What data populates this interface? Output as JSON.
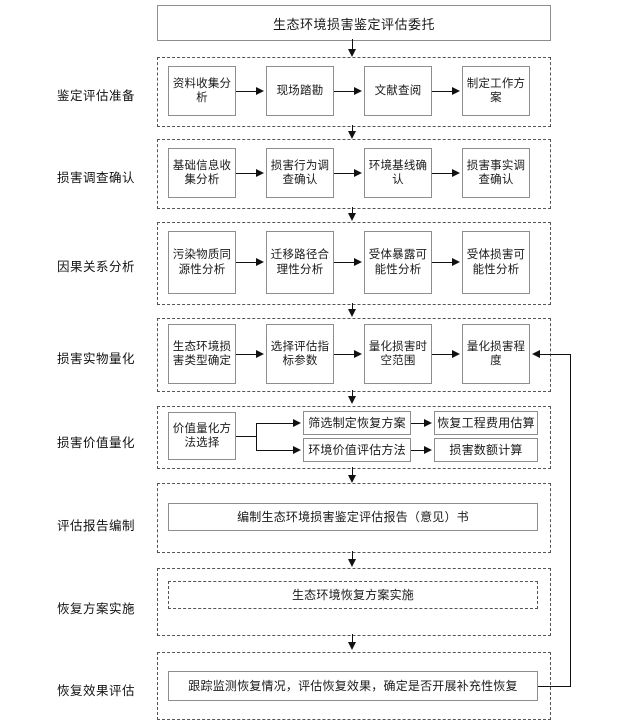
{
  "title": {
    "text": "生态环境损害鉴定评估委托"
  },
  "stages": [
    {
      "id": "preparation",
      "label": "鉴定评估准备",
      "type": "linear",
      "boxes": [
        {
          "text": "资料收集分析"
        },
        {
          "text": "现场踏勘"
        },
        {
          "text": "文献查阅"
        },
        {
          "text": "制定工作方案"
        }
      ]
    },
    {
      "id": "damage-investigation",
      "label": "损害调查确认",
      "type": "linear",
      "boxes": [
        {
          "text": "基础信息收集分析"
        },
        {
          "text": "损害行为调查确认"
        },
        {
          "text": "环境基线确认"
        },
        {
          "text": "损害事实调查确认"
        }
      ]
    },
    {
      "id": "causation-analysis",
      "label": "因果关系分析",
      "type": "linear",
      "boxes": [
        {
          "text": "污染物质同源性分析"
        },
        {
          "text": "迁移路径合理性分析"
        },
        {
          "text": "受体暴露可能性分析"
        },
        {
          "text": "受体损害可能性分析"
        }
      ]
    },
    {
      "id": "physical-quantification",
      "label": "损害实物量化",
      "type": "linear",
      "boxes": [
        {
          "text": "生态环境损害类型确定"
        },
        {
          "text": "选择评估指标参数"
        },
        {
          "text": "量化损害时空范围"
        },
        {
          "text": "量化损害程度"
        }
      ]
    },
    {
      "id": "value-quantification",
      "label": "损害价值量化",
      "type": "branch",
      "boxes": [
        {
          "text": "价值量化方法选择"
        },
        {
          "text": "筛选制定恢复方案"
        },
        {
          "text": "恢复工程费用估算"
        },
        {
          "text": "环境价值评估方法"
        },
        {
          "text": "损害数额计算"
        }
      ]
    },
    {
      "id": "report-preparation",
      "label": "评估报告编制",
      "type": "single",
      "boxes": [
        {
          "text": "编制生态环境损害鉴定评估报告（意见）书"
        }
      ]
    },
    {
      "id": "restoration-implementation",
      "label": "恢复方案实施",
      "type": "single-dashed",
      "boxes": [
        {
          "text": "生态环境恢复方案实施"
        }
      ]
    },
    {
      "id": "restoration-evaluation",
      "label": "恢复效果评估",
      "type": "single",
      "boxes": [
        {
          "text": "跟踪监测恢复情况，评估恢复效果，确定是否开展补充性恢复"
        }
      ]
    }
  ],
  "colors": {
    "box_border": "#8d8d8d",
    "container_border": "#555555",
    "connector": "#111111",
    "background": "#ffffff"
  }
}
